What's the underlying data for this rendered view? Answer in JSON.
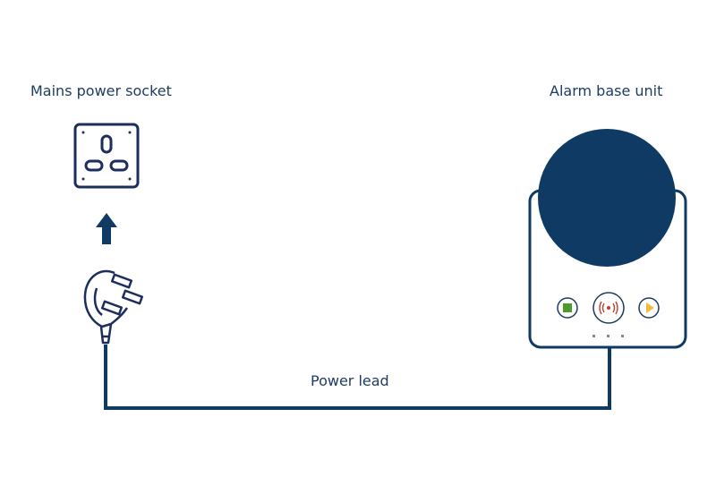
{
  "labels": {
    "socket": "Mains power socket",
    "base_unit": "Alarm base unit",
    "lead": "Power lead"
  },
  "icons": {
    "socket": "uk-mains-socket-icon",
    "arrow": "arrow-up-icon",
    "plug": "uk-plug-icon",
    "base_unit": "alarm-base-unit-icon",
    "stop_button": "stop-square-icon",
    "alarm_button": "alarm-signal-icon",
    "play_button": "play-triangle-icon"
  },
  "colors": {
    "navy": "#0f3a63",
    "outline": "#1e2e5c",
    "text": "#1f3c63",
    "green": "#4c9a2a",
    "red": "#c0392b",
    "amber": "#f6b93b",
    "dots": "#8a8a8a"
  }
}
